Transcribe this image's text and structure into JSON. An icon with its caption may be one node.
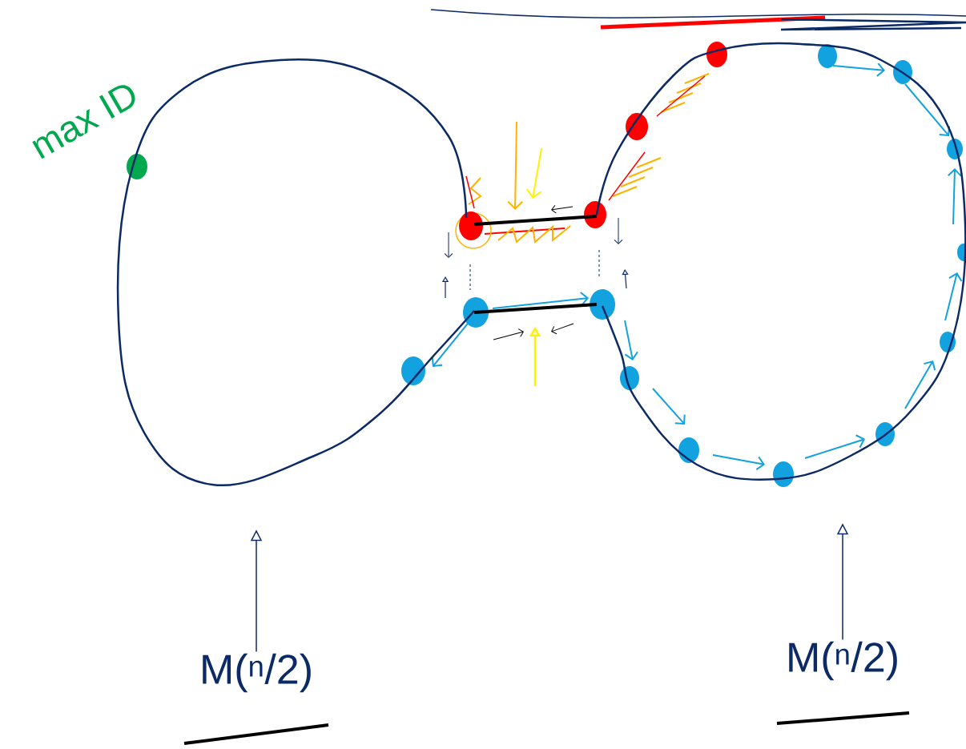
{
  "diagram": {
    "nodes": [
      {
        "text": [],
        "shape": "circle"
      },
      {
        "text": [],
        "shape": "circle"
      },
      {
        "text": [
          "M($^{n}$/2)"
        ]
      },
      {
        "text": [
          "M($^{n}$/2)"
        ]
      }
    ],
    "edges": [
      {
        "from": 2,
        "to": 0,
        "arrow": "to"
      },
      {
        "from": 3,
        "to": 1,
        "arrow": "to"
      },
      {
        "from": 0,
        "to": 1,
        "arrow": "none",
        "style": "thick",
        "color": "#000000"
      },
      {
        "from": 0,
        "to": 1,
        "arrow": "none",
        "style": "thick",
        "color": "#000000"
      }
    ],
    "labels": [
      "max ID"
    ]
  }
}
